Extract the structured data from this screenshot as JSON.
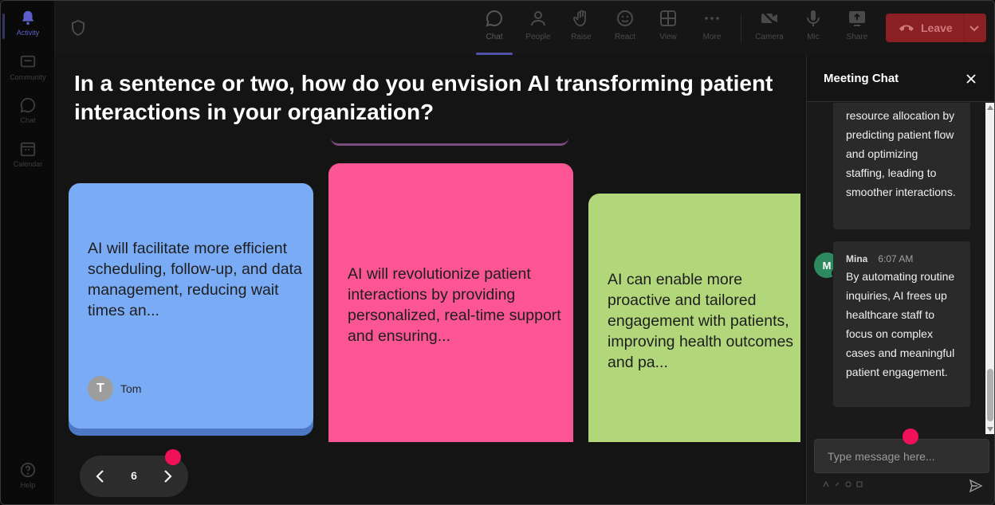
{
  "rail": {
    "items": [
      {
        "label": "Activity",
        "icon": "bell-icon",
        "active": true
      },
      {
        "label": "Community",
        "icon": "community-icon"
      },
      {
        "label": "Chat",
        "icon": "chat-icon"
      },
      {
        "label": "Calendar",
        "icon": "calendar-icon"
      }
    ],
    "help": {
      "label": "Help",
      "icon": "help-icon"
    }
  },
  "toolbar": {
    "chat": "Chat",
    "people": "People",
    "raise": "Raise",
    "react": "React",
    "view": "View",
    "more": "More",
    "camera": "Camera",
    "mic": "Mic",
    "share": "Share",
    "leave": "Leave"
  },
  "main": {
    "question": "In a sentence or two, how do you envision AI transforming patient interactions in your organization?",
    "cards": [
      {
        "text": "AI will facilitate more efficient scheduling, follow-up, and data management, reducing wait times an...",
        "author_initial": "T",
        "author": "Tom",
        "color": "#7aabf5"
      },
      {
        "text": "AI will revolutionize patient interactions by providing personalized, real-time support and ensuring...",
        "color": "#fb5593"
      },
      {
        "text": "AI can enable more proactive and tailored engagement with patients, improving health outcomes and pa...",
        "color": "#b1d77a"
      }
    ],
    "page_number": "6"
  },
  "chat": {
    "title": "Meeting Chat",
    "messages": [
      {
        "text": "resource allocation by predicting patient flow and optimizing staffing, leading to smoother interactions."
      },
      {
        "author": "Mina",
        "initial": "M",
        "time": "6:07 AM",
        "text": "By automating routine inquiries, AI frees up healthcare staff to focus on complex cases and meaningful patient engagement."
      }
    ],
    "input_placeholder": "Type message here..."
  }
}
